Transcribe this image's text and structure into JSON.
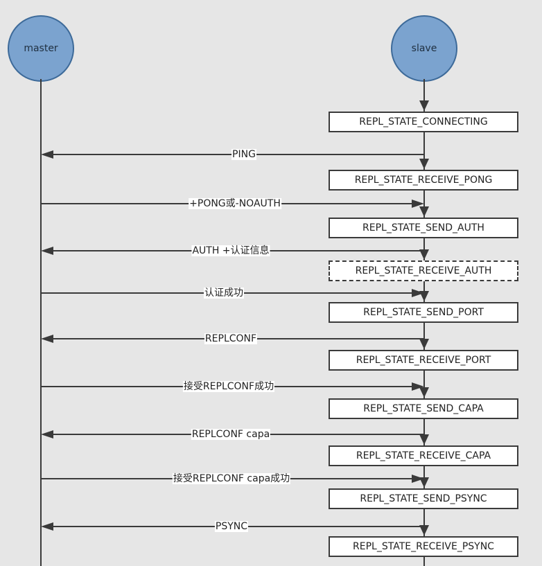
{
  "participants": {
    "master": "master",
    "slave": "slave"
  },
  "states": [
    {
      "label": "REPL_STATE_CONNECTING",
      "dashed": false
    },
    {
      "label": "REPL_STATE_RECEIVE_PONG",
      "dashed": false
    },
    {
      "label": "REPL_STATE_SEND_AUTH",
      "dashed": false
    },
    {
      "label": "REPL_STATE_RECEIVE_AUTH",
      "dashed": true
    },
    {
      "label": "REPL_STATE_SEND_PORT",
      "dashed": false
    },
    {
      "label": "REPL_STATE_RECEIVE_PORT",
      "dashed": false
    },
    {
      "label": "REPL_STATE_SEND_CAPA",
      "dashed": false
    },
    {
      "label": "REPL_STATE_RECEIVE_CAPA",
      "dashed": false
    },
    {
      "label": "REPL_STATE_SEND_PSYNC",
      "dashed": false
    },
    {
      "label": "REPL_STATE_RECEIVE_PSYNC",
      "dashed": false
    }
  ],
  "messages": [
    {
      "label": "PING",
      "direction": "to-master"
    },
    {
      "label": "+PONG或-NOAUTH",
      "direction": "to-slave"
    },
    {
      "label": "AUTH +认证信息",
      "direction": "to-master"
    },
    {
      "label": "认证成功",
      "direction": "to-slave"
    },
    {
      "label": "REPLCONF",
      "direction": "to-master"
    },
    {
      "label": "接受REPLCONF成功",
      "direction": "to-slave"
    },
    {
      "label": "REPLCONF capa",
      "direction": "to-master"
    },
    {
      "label": "接受REPLCONF capa成功",
      "direction": "to-slave"
    },
    {
      "label": "PSYNC",
      "direction": "to-master"
    }
  ]
}
